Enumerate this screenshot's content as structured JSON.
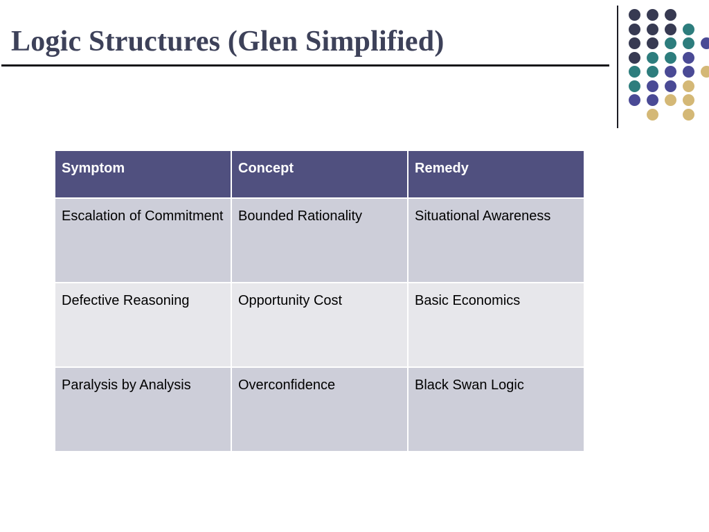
{
  "slide": {
    "title": "Logic Structures (Glen Simplified)",
    "background_color": "#ffffff",
    "title_color": "#3d4159",
    "rule_color": "#111118"
  },
  "logo": {
    "name": "decorative-dot-grid",
    "divider_color": "#1a1a22",
    "colors": {
      "navy": "#373a52",
      "teal": "#2d7d7d",
      "blue": "#4a4a95",
      "gold": "#d4b876"
    },
    "rows": [
      [
        "navy",
        "navy",
        "navy",
        "",
        ""
      ],
      [
        "navy",
        "navy",
        "navy",
        "teal",
        ""
      ],
      [
        "navy",
        "navy",
        "teal",
        "teal",
        "blue"
      ],
      [
        "navy",
        "teal",
        "teal",
        "blue",
        ""
      ],
      [
        "teal",
        "teal",
        "blue",
        "blue",
        "gold"
      ],
      [
        "teal",
        "blue",
        "blue",
        "gold",
        ""
      ],
      [
        "blue",
        "blue",
        "gold",
        "gold",
        ""
      ],
      [
        "",
        "gold",
        "",
        "gold",
        ""
      ]
    ]
  },
  "table": {
    "header_bg": "#50507f",
    "header_text_color": "#ffffff",
    "row_shade_a": "#cdced9",
    "row_shade_b": "#e7e7eb",
    "columns": [
      "Symptom",
      "Concept",
      "Remedy"
    ],
    "rows": [
      {
        "symptom": "Escalation of Commitment",
        "concept": "Bounded Rationality",
        "remedy": "Situational Awareness"
      },
      {
        "symptom": "Defective Reasoning",
        "concept": "Opportunity Cost",
        "remedy": "Basic Economics"
      },
      {
        "symptom": "Paralysis by Analysis",
        "concept": "Overconfidence",
        "remedy": "Black Swan Logic"
      }
    ]
  }
}
